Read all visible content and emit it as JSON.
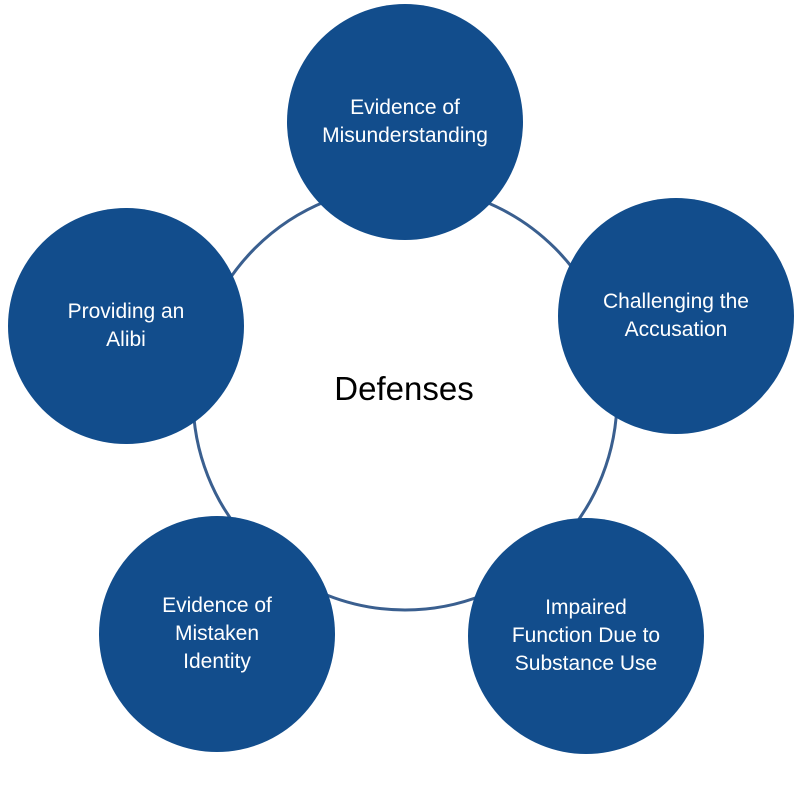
{
  "diagram": {
    "center": "Defenses",
    "nodes": [
      {
        "label": "Evidence of\nMisunderstanding"
      },
      {
        "label": "Challenging the\nAccusation"
      },
      {
        "label": "Impaired\nFunction Due to\nSubstance Use"
      },
      {
        "label": "Evidence of\nMistaken\nIdentity"
      },
      {
        "label": "Providing an\nAlibi"
      }
    ]
  },
  "colors": {
    "node_fill": "#124d8c",
    "ring_stroke": "#3a5f8f",
    "node_text": "#ffffff",
    "center_text": "#000000"
  }
}
